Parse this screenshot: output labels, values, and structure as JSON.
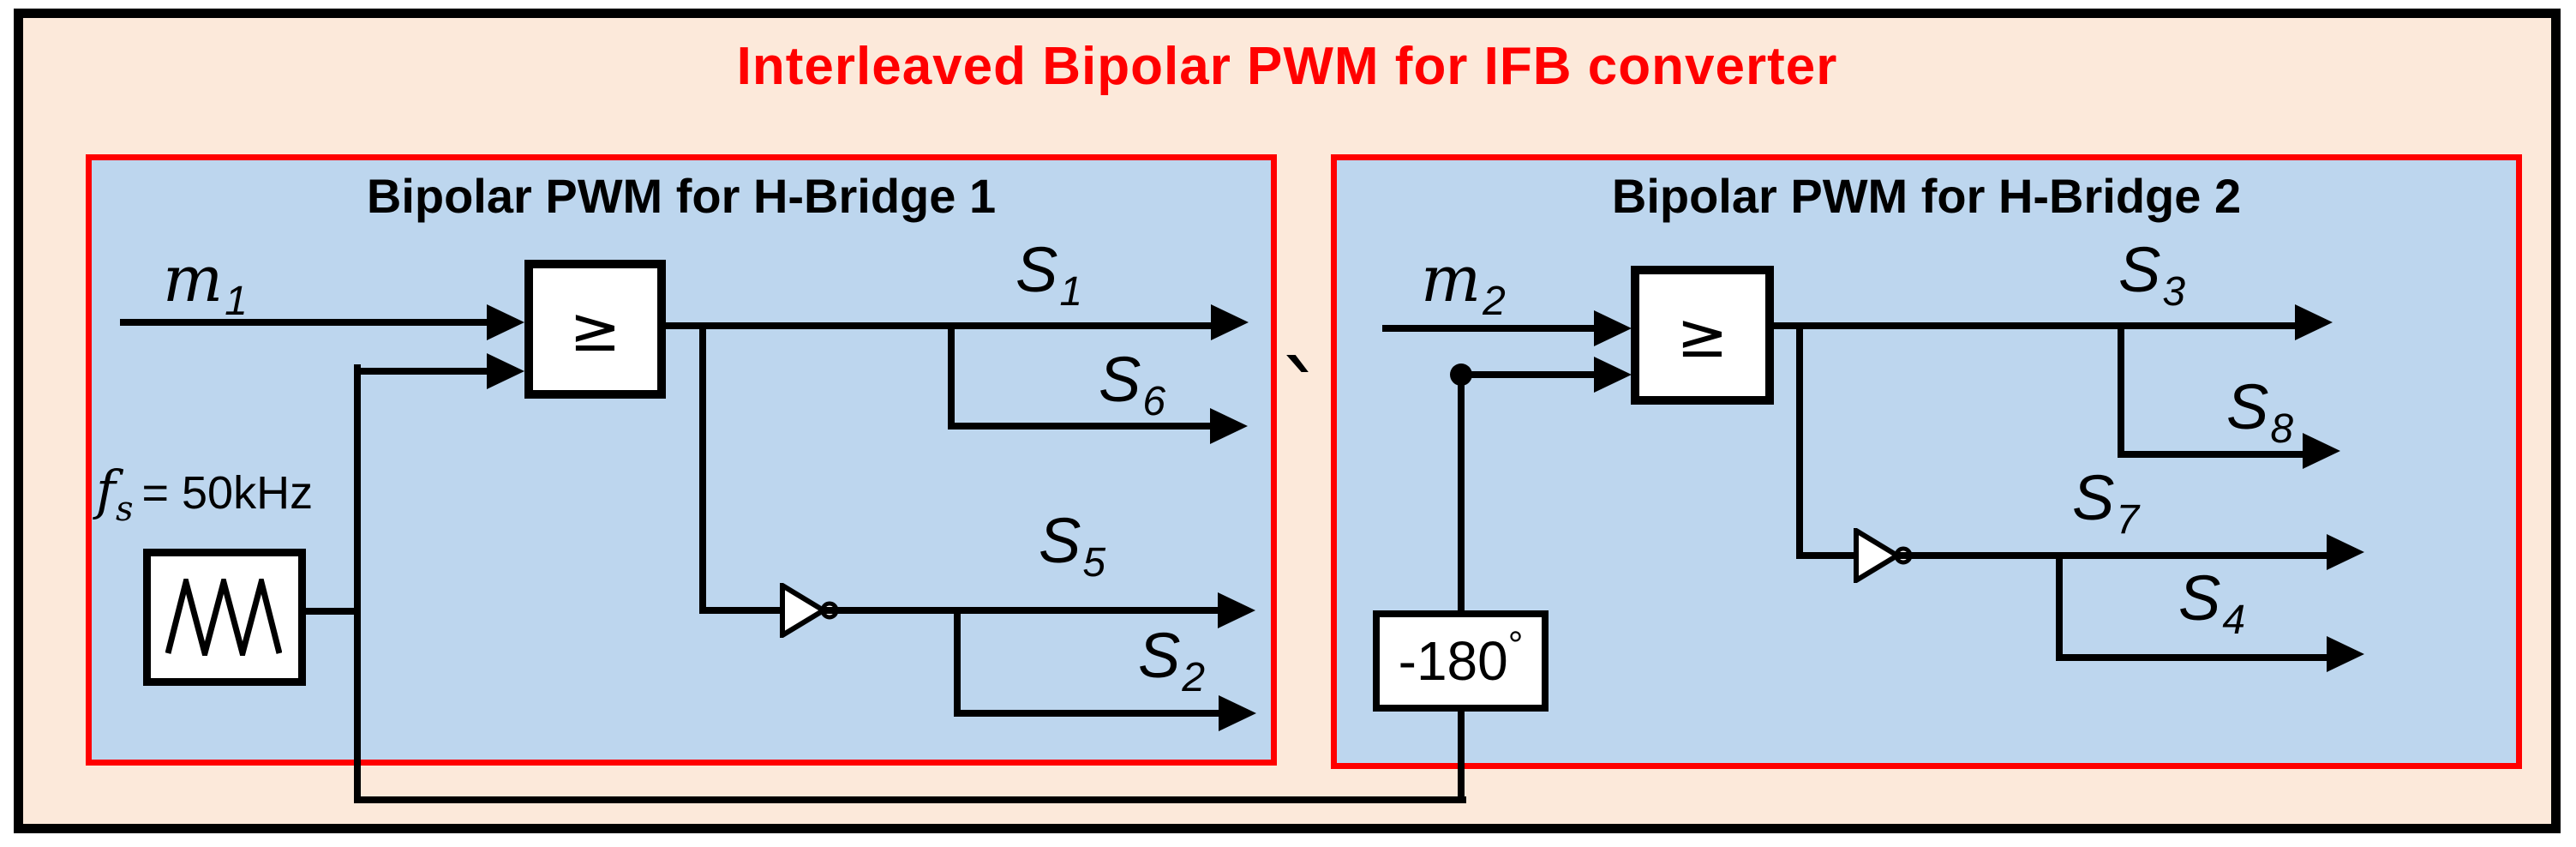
{
  "main_title": "Interleaved Bipolar PWM for IFB converter",
  "colors": {
    "accent_red": "#FF0000",
    "panel_blue": "#BDD6EE",
    "outer_peach": "#FCE9DA",
    "line_black": "#000000"
  },
  "panel1": {
    "title": "Bipolar PWM for H-Bridge 1",
    "input_label": {
      "base": "m",
      "sub": "1"
    },
    "comparator_symbol": "≥",
    "carrier_freq_label": {
      "base": "f",
      "sub": "s",
      "rest": "= 50kHz"
    },
    "carrier_icon": "triangle-wave",
    "outputs": {
      "s1": {
        "base": "S",
        "sub": "1"
      },
      "s6": {
        "base": "S",
        "sub": "6"
      },
      "s5": {
        "base": "S",
        "sub": "5"
      },
      "s2": {
        "base": "S",
        "sub": "2"
      }
    }
  },
  "panel2": {
    "title": "Bipolar PWM for H-Bridge 2",
    "input_label": {
      "base": "m",
      "sub": "2"
    },
    "comparator_symbol": "≥",
    "phase_shift_label": {
      "value": "-180",
      "degree": "°"
    },
    "outputs": {
      "s3": {
        "base": "S",
        "sub": "3"
      },
      "s8": {
        "base": "S",
        "sub": "8"
      },
      "s7": {
        "base": "S",
        "sub": "7"
      },
      "s4": {
        "base": "S",
        "sub": "4"
      }
    }
  },
  "stray_mark": "`"
}
